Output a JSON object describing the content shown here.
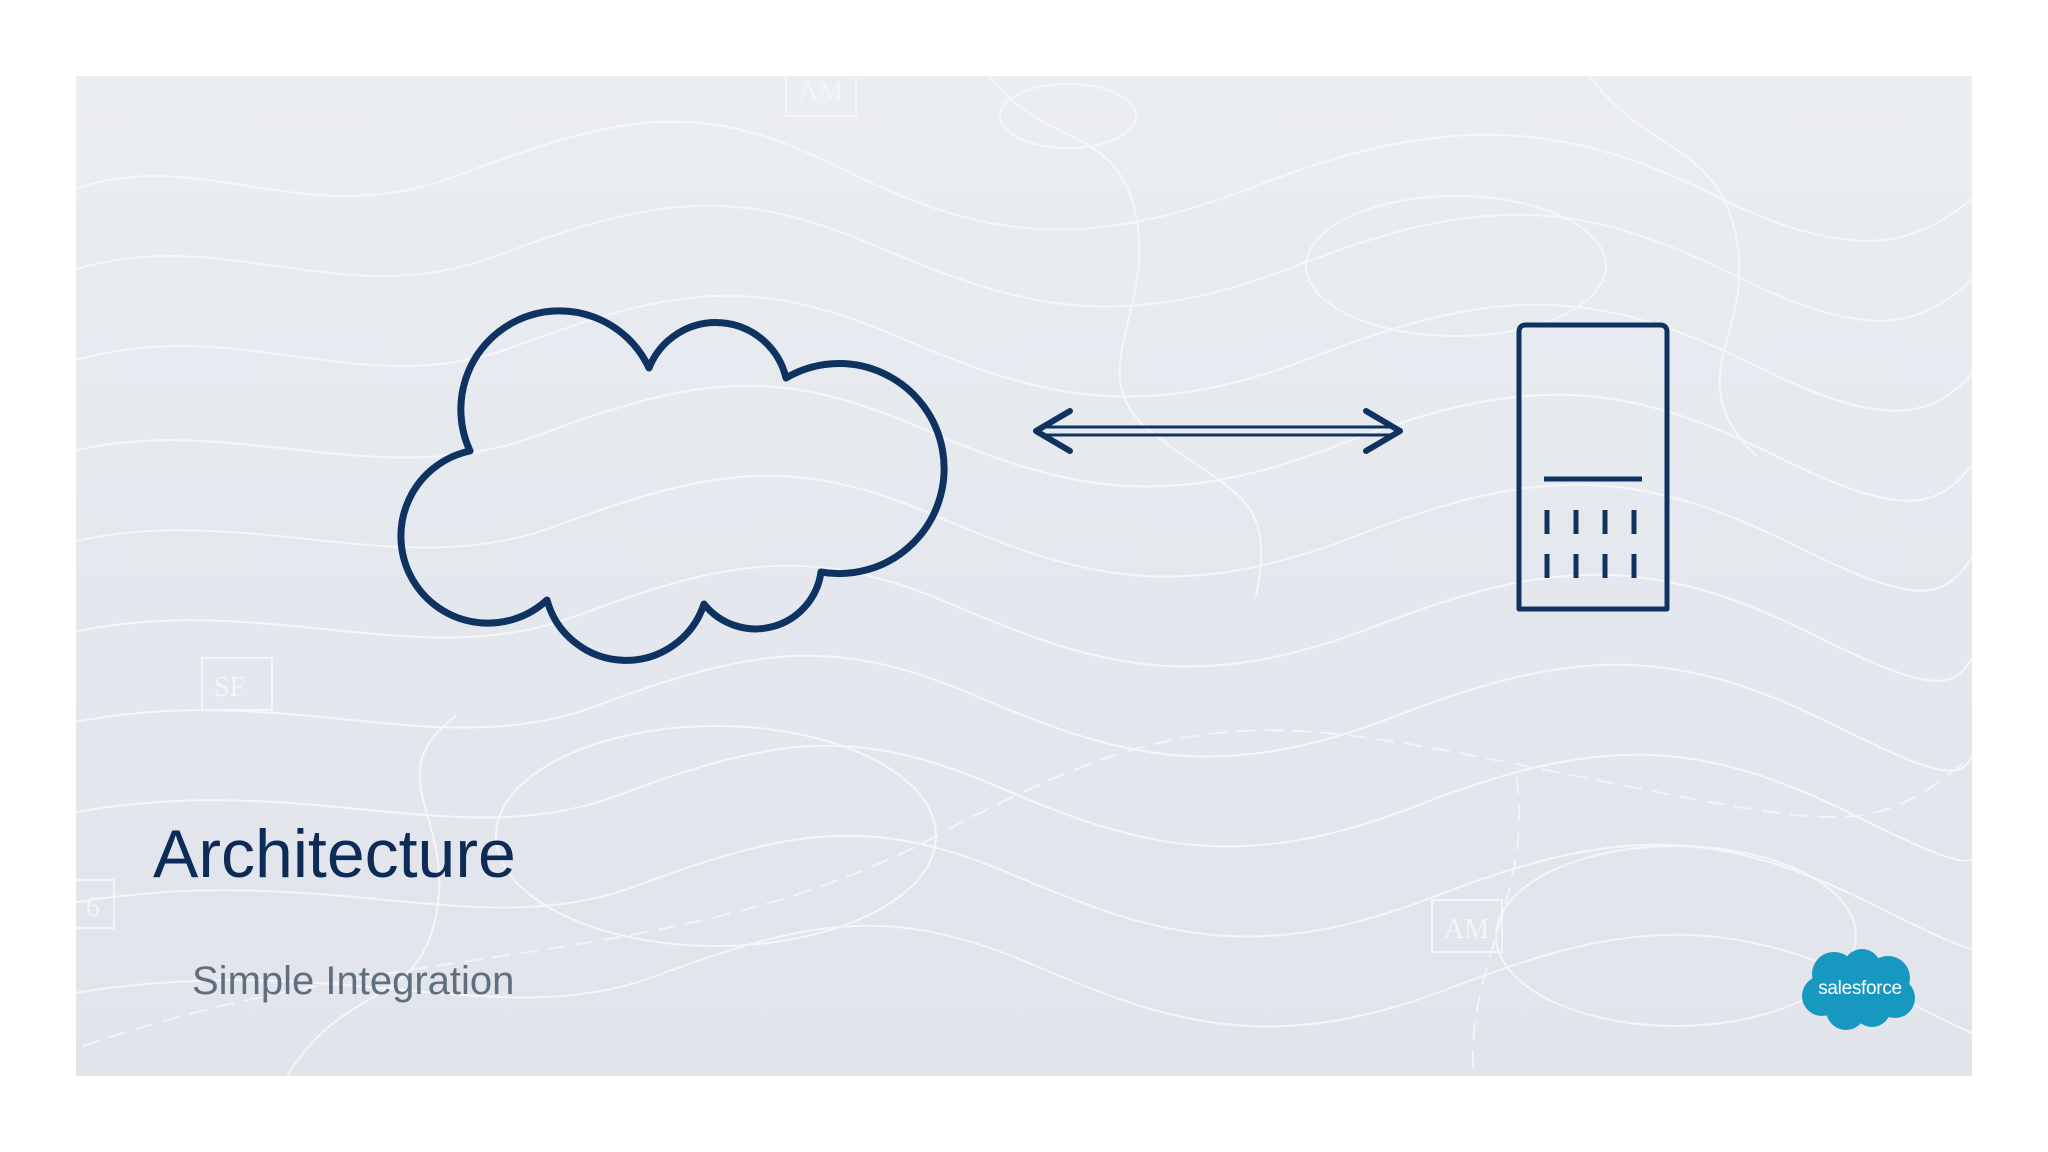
{
  "slide": {
    "title": "Architecture",
    "subtitle": "Simple Integration"
  },
  "diagram": {
    "nodes": [
      {
        "id": "cloud",
        "icon": "cloud-icon"
      },
      {
        "id": "server",
        "icon": "server-icon"
      }
    ],
    "edges": [
      {
        "from": "cloud",
        "to": "server",
        "direction": "bidirectional"
      }
    ]
  },
  "background": {
    "watermark_labels": [
      "AM",
      "SF",
      "AM",
      "6"
    ]
  },
  "logo": {
    "text": "salesforce",
    "color": "#1798c1"
  },
  "colors": {
    "slide_background": "#e6e9ee",
    "diagram_stroke": "#0f3361",
    "title": "#0d2b57",
    "subtitle": "#5f6f80"
  }
}
